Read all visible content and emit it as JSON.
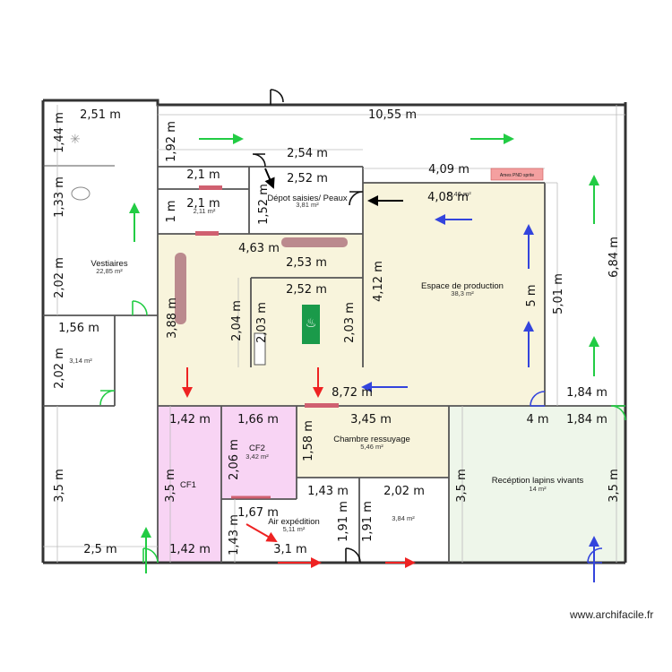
{
  "rooms": [
    {
      "name": "Vestiaires",
      "area": "22,85 m²"
    },
    {
      "name": "",
      "area": "3,14 m²"
    },
    {
      "name": "",
      "area": "2,11 m²"
    },
    {
      "name": "Dépot saisies/ Peaux",
      "area": "3,81 m²"
    },
    {
      "name": "",
      "area": "0,46 m²"
    },
    {
      "name": "Espace de production",
      "area": "38,3 m²"
    },
    {
      "name": "Chambre ressuyage",
      "area": "5,46 m²"
    },
    {
      "name": "CF2",
      "area": "3,42 m²"
    },
    {
      "name": "CF1",
      "area": ""
    },
    {
      "name": "Air expédition",
      "area": "5,11 m²"
    },
    {
      "name": "",
      "area": "3,84 m²"
    },
    {
      "name": "Recéption lapins vivants",
      "area": "14 m²"
    }
  ],
  "dimensions": [
    "2,51 m",
    "10,55 m",
    "1,44 m",
    "1,92 m",
    "2,54 m",
    "2,1 m",
    "2,52 m",
    "4,09 m",
    "1,33 m",
    "2,1 m",
    "1 m",
    "1,52 m",
    "4,08 m",
    "6,84 m",
    "4,63 m",
    "2,02 m",
    "2,53 m",
    "4,12 m",
    "5,01 m",
    "2,52 m",
    "5 m",
    "1,56 m",
    "3,88 m",
    "2,04 m",
    "2,03 m",
    "2,03 m",
    "2,02 m",
    "8,72 m",
    "1,84 m",
    "1,42 m",
    "1,66 m",
    "3,45 m",
    "4 m",
    "1,84 m",
    "1,58 m",
    "2,06 m",
    "3,5 m",
    "3,5 m",
    "1,43 m",
    "2,02 m",
    "3,5 m",
    "3,5 m",
    "1,67 m",
    "1,43 m",
    "1,91 m",
    "1,91 m",
    "2,5 m",
    "1,42 m",
    "3,1 m"
  ],
  "fixture_label": "Ames PND sprite",
  "watermark": "www.archifacile.fr",
  "colors": {
    "wall": "#333333",
    "production_fill": "#f8f4dc",
    "cf1_fill": "#f8d4f4",
    "reception_fill": "#eef6ea",
    "red_arrow": "#ee2222",
    "blue_arrow": "#3344dd",
    "green_arrow": "#22cc44",
    "table": "#bb8a8e",
    "fixture": "#f4a0a0",
    "sign": "#1a9a4a"
  }
}
